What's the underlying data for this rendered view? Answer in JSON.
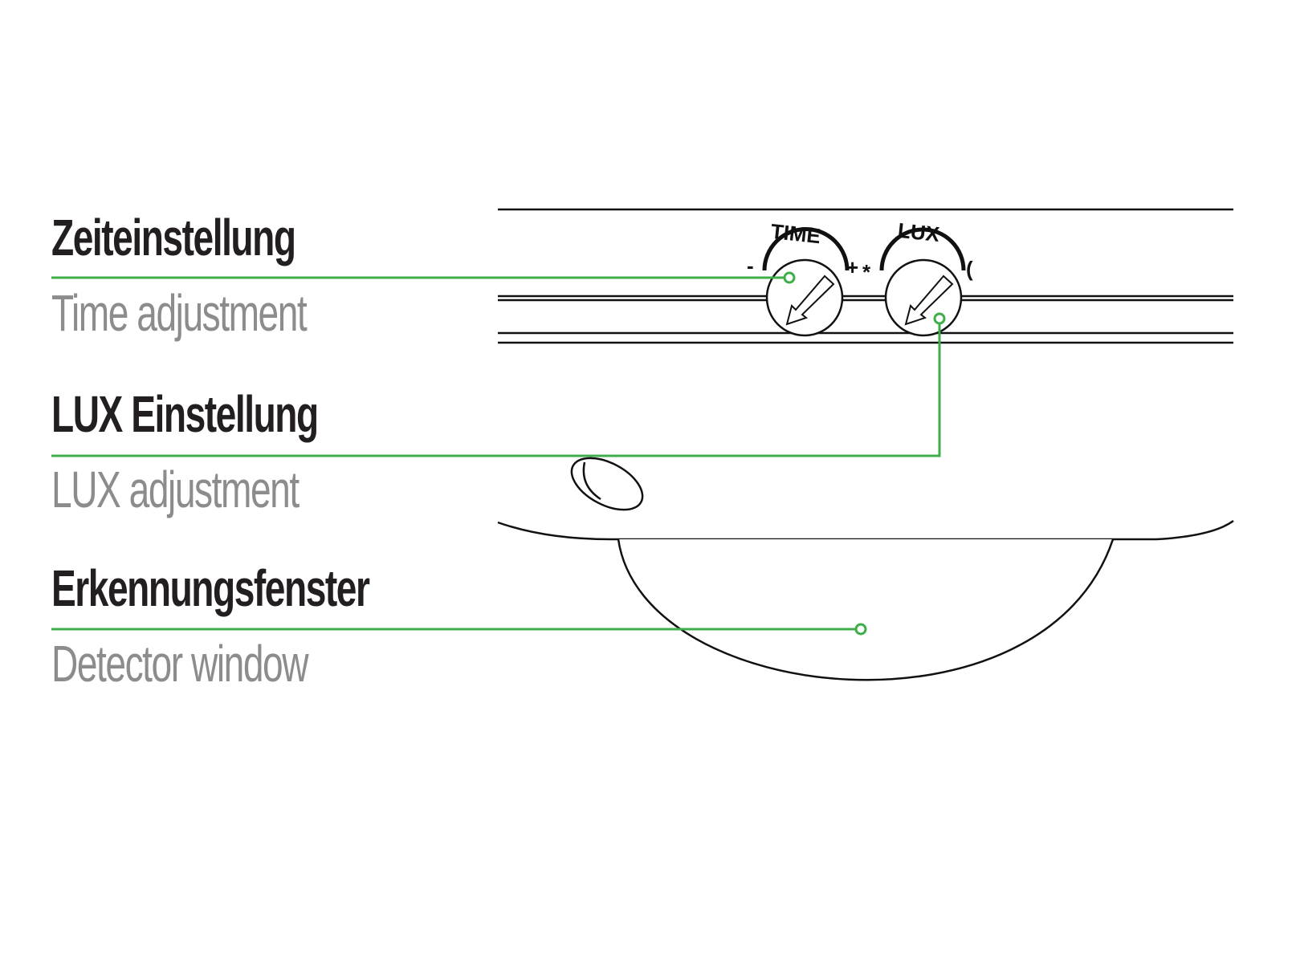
{
  "labels": {
    "time": {
      "de": "Zeiteinstellung",
      "en": "Time adjustment"
    },
    "lux": {
      "de": "LUX Einstellung",
      "en": "LUX adjustment"
    },
    "detector": {
      "de": "Erkennungsfenster",
      "en": "Detector window"
    }
  },
  "dials": {
    "time": {
      "label": "TIME",
      "minus": "-",
      "plus": "+"
    },
    "lux": {
      "label": "LUX",
      "sun": "*",
      "moon": "("
    }
  },
  "colors": {
    "leader": "#3fae49",
    "german_text": "#231f20",
    "english_text": "#8c8c8c",
    "outline": "#111111"
  }
}
